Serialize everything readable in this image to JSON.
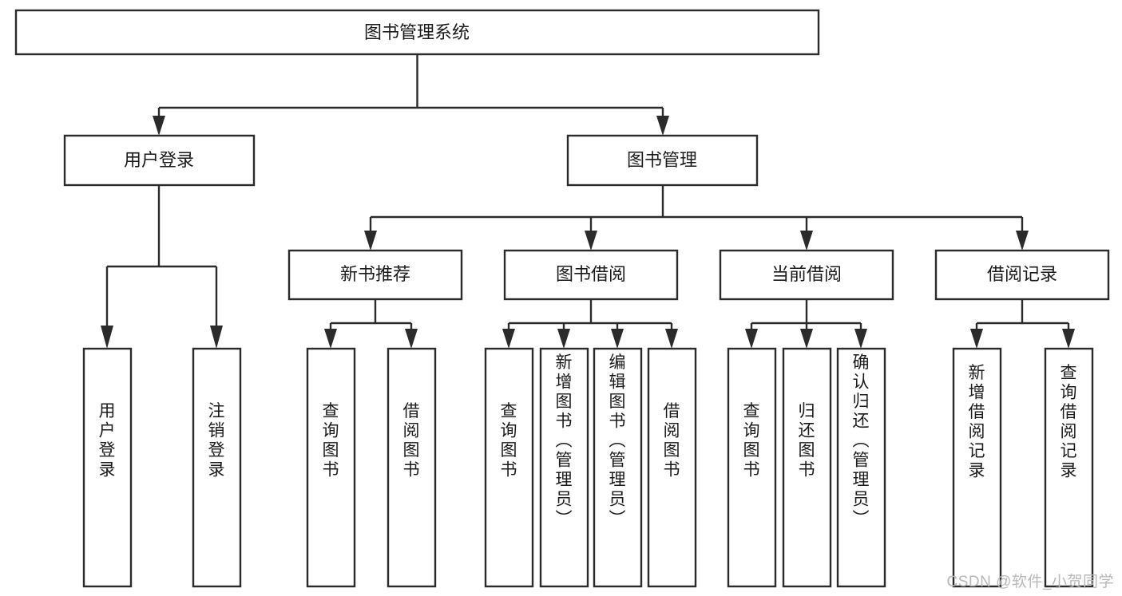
{
  "diagram": {
    "type": "tree-hierarchy-chart",
    "title": "图书管理系统",
    "watermark": "CSDN @软件_小贺同学",
    "colors": {
      "stroke": "#2b2b2b",
      "fill": "#ffffff",
      "text": "#1a1a1a",
      "watermark": "#b8b8b8",
      "background": "#ffffff"
    },
    "root": {
      "id": "root",
      "label": "图书管理系统",
      "orientation": "horizontal"
    },
    "level2": [
      {
        "id": "user-login",
        "label": "用户登录",
        "orientation": "horizontal"
      },
      {
        "id": "book-management",
        "label": "图书管理",
        "orientation": "horizontal"
      }
    ],
    "level3": [
      {
        "id": "new-book-recommend",
        "label": "新书推荐",
        "orientation": "horizontal",
        "parent": "book-management"
      },
      {
        "id": "book-borrow",
        "label": "图书借阅",
        "orientation": "horizontal",
        "parent": "book-management"
      },
      {
        "id": "current-borrow",
        "label": "当前借阅",
        "orientation": "horizontal",
        "parent": "book-management"
      },
      {
        "id": "borrow-record",
        "label": "借阅记录",
        "orientation": "horizontal",
        "parent": "book-management"
      }
    ],
    "leaves": [
      {
        "id": "leaf-user-login",
        "label": "用户登录",
        "parent": "user-login",
        "orientation": "vertical"
      },
      {
        "id": "leaf-logout-login",
        "label": "注销登录",
        "parent": "user-login",
        "orientation": "vertical"
      },
      {
        "id": "leaf-query-book-1",
        "label": "查询图书",
        "parent": "new-book-recommend",
        "orientation": "vertical"
      },
      {
        "id": "leaf-borrow-book-1",
        "label": "借阅图书",
        "parent": "new-book-recommend",
        "orientation": "vertical"
      },
      {
        "id": "leaf-query-book-2",
        "label": "查询图书",
        "parent": "book-borrow",
        "orientation": "vertical"
      },
      {
        "id": "leaf-add-book",
        "label": "新增图书（管理员）",
        "parent": "book-borrow",
        "orientation": "vertical"
      },
      {
        "id": "leaf-edit-book",
        "label": "编辑图书（管理员）",
        "parent": "book-borrow",
        "orientation": "vertical"
      },
      {
        "id": "leaf-borrow-book-2",
        "label": "借阅图书",
        "parent": "book-borrow",
        "orientation": "vertical"
      },
      {
        "id": "leaf-query-book-3",
        "label": "查询图书",
        "parent": "current-borrow",
        "orientation": "vertical"
      },
      {
        "id": "leaf-return-book",
        "label": "归还图书",
        "parent": "current-borrow",
        "orientation": "vertical"
      },
      {
        "id": "leaf-confirm-return",
        "label": "确认归还（管理员）",
        "parent": "current-borrow",
        "orientation": "vertical"
      },
      {
        "id": "leaf-add-record",
        "label": "新增借阅记录",
        "parent": "borrow-record",
        "orientation": "vertical"
      },
      {
        "id": "leaf-query-record",
        "label": "查询借阅记录",
        "parent": "borrow-record",
        "orientation": "vertical"
      }
    ]
  }
}
